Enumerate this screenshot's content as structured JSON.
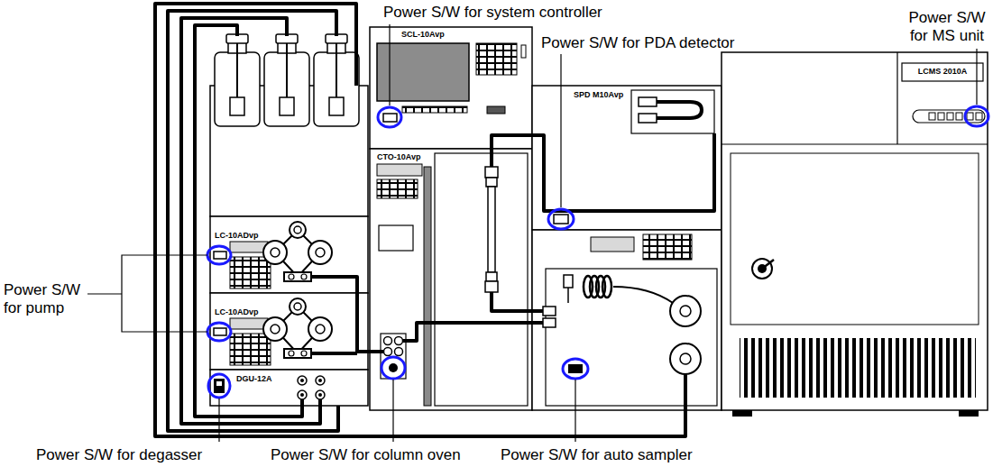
{
  "diagram": {
    "labels": [
      "Power S/W for system controller",
      "Power S/W for PDA detector",
      "Power S/W for MS unit",
      "SCL-10Avp",
      "SPD M10Avp",
      "LCMS 2010A",
      "CTO-10Avp",
      "LC-10ADvp",
      "LC-10ADvp",
      "Power S/W for pump",
      "DGU-12A",
      "Power S/W for degasser",
      "Power S/W for column oven",
      "Power S/W for auto sampler"
    ]
  }
}
